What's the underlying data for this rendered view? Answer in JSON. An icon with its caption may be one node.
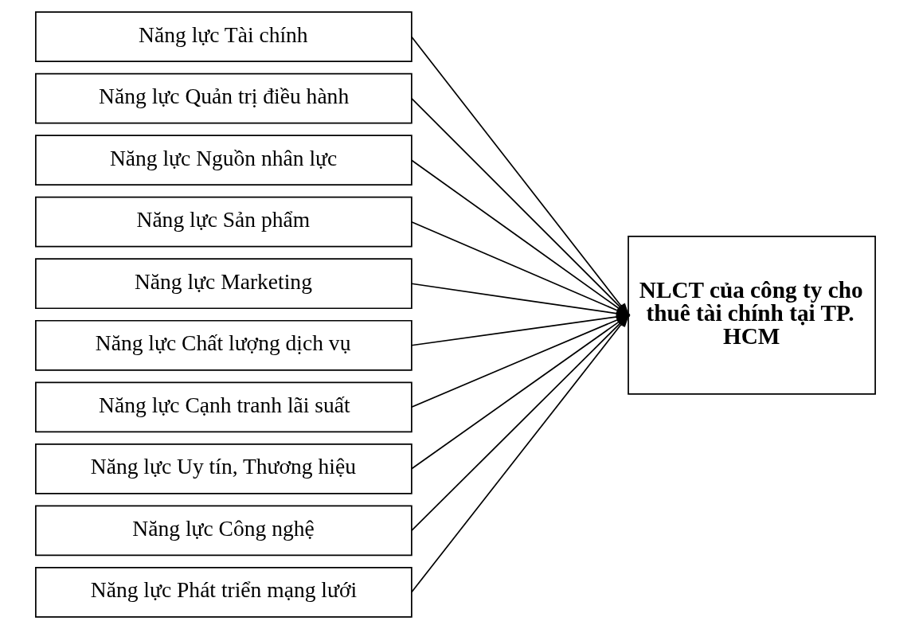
{
  "diagram": {
    "nodes": [
      {
        "text": [
          "Năng lực Tài chính"
        ]
      },
      {
        "text": [
          "Năng lực Quản trị điều hành"
        ]
      },
      {
        "text": [
          "Năng lực Nguồn nhân lực"
        ]
      },
      {
        "text": [
          "Năng lực Sản phẩm"
        ]
      },
      {
        "text": [
          "Năng lực Marketing"
        ]
      },
      {
        "text": [
          "Năng lực Chất lượng dịch vụ"
        ]
      },
      {
        "text": [
          "Năng lực Cạnh tranh lãi suất"
        ]
      },
      {
        "text": [
          "Năng lực Uy tín, Thương hiệu"
        ]
      },
      {
        "text": [
          "Năng lực Công nghệ"
        ]
      },
      {
        "text": [
          "Năng lực Phát triển mạng lưới"
        ]
      },
      {
        "text": [
          "NLCT của công ty cho thuê tài chính tại TP. HCM"
        ]
      }
    ],
    "edges": [
      {
        "from": 0,
        "to": 10,
        "arrow": "to"
      },
      {
        "from": 1,
        "to": 10,
        "arrow": "to"
      },
      {
        "from": 2,
        "to": 10,
        "arrow": "to"
      },
      {
        "from": 3,
        "to": 10,
        "arrow": "to"
      },
      {
        "from": 4,
        "to": 10,
        "arrow": "to"
      },
      {
        "from": 5,
        "to": 10,
        "arrow": "to"
      },
      {
        "from": 6,
        "to": 10,
        "arrow": "to"
      },
      {
        "from": 7,
        "to": 10,
        "arrow": "to"
      },
      {
        "from": 8,
        "to": 10,
        "arrow": "to"
      },
      {
        "from": 9,
        "to": 10,
        "arrow": "to"
      }
    ]
  }
}
